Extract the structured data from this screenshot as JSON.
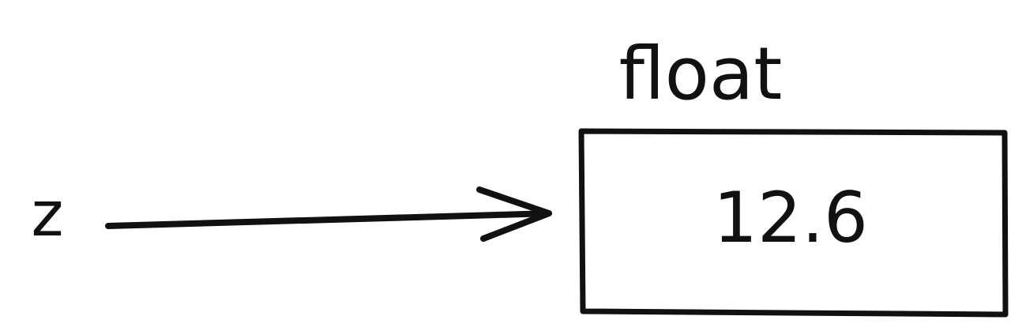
{
  "diagram": {
    "variable_name": "z",
    "type_label": "float",
    "value": "12.6"
  },
  "colors": {
    "ink": "#111111",
    "background": "#ffffff"
  }
}
